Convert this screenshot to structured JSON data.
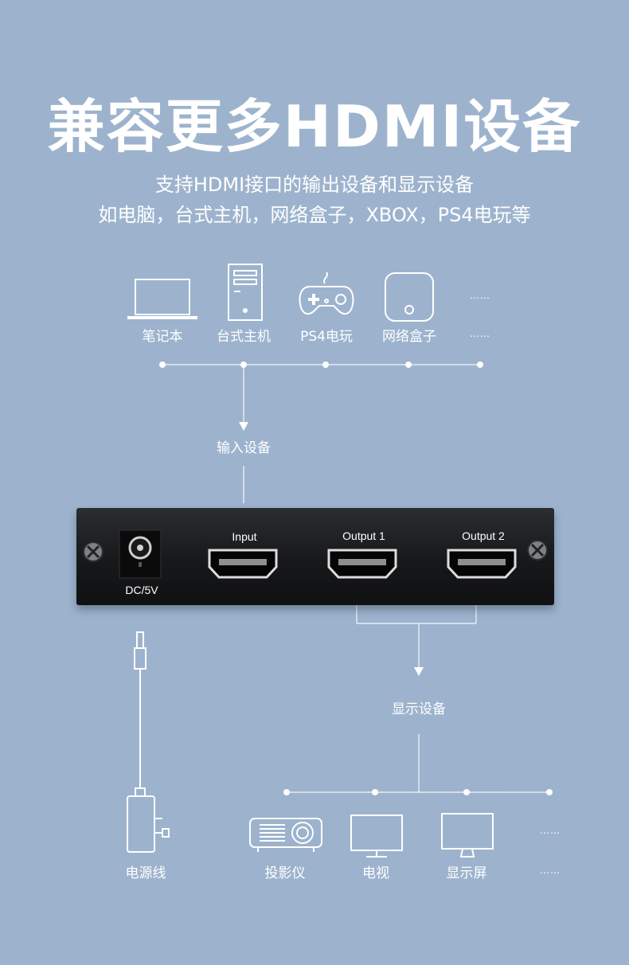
{
  "headline": "兼容更多HDMI设备",
  "subtitle": {
    "line1": "支持HDMI接口的输出设备和显示设备",
    "line2": "如电脑，台式主机，网络盒子，XBOX，PS4电玩等"
  },
  "input_devices": [
    {
      "label": "笔记本",
      "icon": "laptop-icon"
    },
    {
      "label": "台式主机",
      "icon": "desktop-tower-icon"
    },
    {
      "label": "PS4电玩",
      "icon": "gamepad-icon"
    },
    {
      "label": "网络盒子",
      "icon": "network-box-icon"
    },
    {
      "label": "……",
      "icon": "ellipsis"
    }
  ],
  "input_section_label": "输入设备",
  "splitter": {
    "dc_label": "DC/5V",
    "ports": [
      "Input",
      "Output 1",
      "Output 2"
    ]
  },
  "output_section_label": "显示设备",
  "power_label": "电源线",
  "output_devices": [
    {
      "label": "投影仪",
      "icon": "projector-icon"
    },
    {
      "label": "电视",
      "icon": "tv-icon"
    },
    {
      "label": "显示屏",
      "icon": "monitor-icon"
    },
    {
      "label": "……",
      "icon": "ellipsis"
    }
  ],
  "colors": {
    "background": "#9db3cd",
    "foreground": "#ffffff",
    "device_body": "#17181a"
  }
}
